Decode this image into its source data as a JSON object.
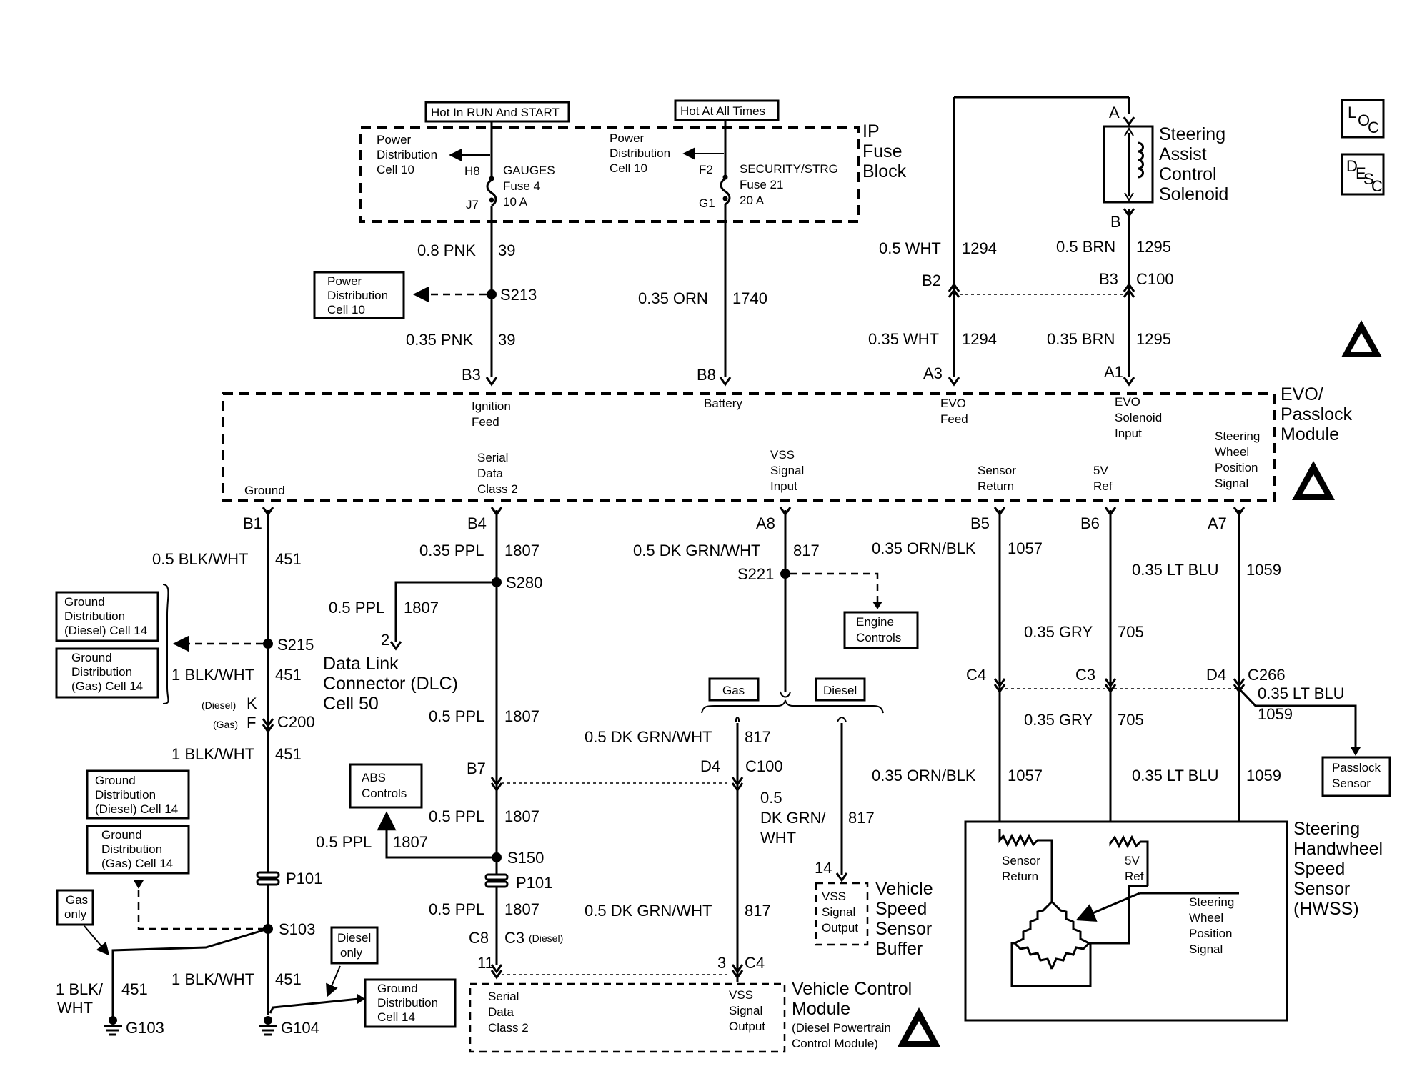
{
  "legend": {
    "loc": "LOC",
    "desc": "DESC"
  },
  "headers": {
    "hot_run_start": "Hot In RUN And START",
    "hot_all_times": "Hot At All Times"
  },
  "ip_fuse_block": {
    "label": [
      "IP",
      "Fuse",
      "Block"
    ],
    "pd_cell": [
      "Power",
      "Distribution",
      "Cell 10"
    ],
    "fuse4": {
      "pin_in": "H8",
      "pin_out": "J7",
      "name": "GAUGES",
      "fuse": "Fuse 4",
      "rating": "10 A"
    },
    "fuse21": {
      "pin_in": "F2",
      "pin_out": "G1",
      "name": "SECURITY/STRG",
      "fuse": "Fuse 21",
      "rating": "20 A"
    }
  },
  "solenoid": {
    "pin_a": "A",
    "pin_b": "B",
    "label": [
      "Steering",
      "Assist",
      "Control",
      "Solenoid"
    ]
  },
  "wires": {
    "pnk_08": "0.8 PNK",
    "c39": "39",
    "pnk_035": "0.35 PNK",
    "orn": "0.35 ORN",
    "c1740": "1740",
    "wht_05": "0.5 WHT",
    "c1294": "1294",
    "brn_05": "0.5 BRN",
    "c1295": "1295",
    "wht_035": "0.35 WHT",
    "brn_035": "0.35 BRN",
    "blkwht_05": "0.5 BLK/WHT",
    "c451": "451",
    "blkwht_1": "1 BLK/WHT",
    "blk_1": "1 BLK/",
    "wht_part": "WHT",
    "ppl_035": "0.35 PPL",
    "c1807": "1807",
    "ppl_05": "0.5 PPL",
    "dkgrn_05": "0.5 DK GRN/WHT",
    "c817": "817",
    "dkgrn_s1": "0.5",
    "dkgrn_s2": "DK GRN/",
    "dkgrn_s3": "WHT",
    "ornblk": "0.35 ORN/BLK",
    "c1057": "1057",
    "gry": "0.35 GRY",
    "c705": "705",
    "ltblu": "0.35 LT BLU",
    "c1059": "1059"
  },
  "splices": {
    "s213": "S213",
    "s280": "S280",
    "s221": "S221",
    "s215": "S215",
    "s150": "S150",
    "s103": "S103"
  },
  "connectors": {
    "b2": "B2",
    "b3": "B3",
    "c100": "C100",
    "a3": "A3",
    "a1": "A1",
    "b3m": "B3",
    "b8": "B8",
    "b1": "B1",
    "b4": "B4",
    "a8": "A8",
    "b5": "B5",
    "b6": "B6",
    "a7": "A7",
    "c4": "C4",
    "c3": "C3",
    "d4": "D4",
    "c266": "C266",
    "b7": "B7",
    "d4m": "D4",
    "c100m": "C100",
    "k": "K",
    "k_note": "(Diesel)",
    "f": "F",
    "f_note": "(Gas)",
    "c200": "C200",
    "p101": "P101",
    "dlc_pin": "2",
    "vss_pin": "14",
    "c8": "C8",
    "c3d": "C3",
    "c3d_note": "(Diesel)",
    "pin11": "11",
    "pin3": "3",
    "c4v": "C4",
    "g103": "G103",
    "g104": "G104"
  },
  "evo": {
    "label": [
      "EVO/",
      "Passlock",
      "Module"
    ],
    "ignition": [
      "Ignition",
      "Feed"
    ],
    "battery": "Battery",
    "evo_feed": [
      "EVO",
      "Feed"
    ],
    "evo_sol": [
      "EVO",
      "Solenoid",
      "Input"
    ],
    "ground": "Ground",
    "serial": [
      "Serial",
      "Data",
      "Class 2"
    ],
    "vss_in": [
      "VSS",
      "Signal",
      "Input"
    ],
    "sensor_ret": [
      "Sensor",
      "Return"
    ],
    "vref": [
      "5V",
      "Ref"
    ],
    "swps": [
      "Steering",
      "Wheel",
      "Position",
      "Signal"
    ]
  },
  "boxes": {
    "pd10": [
      "Power",
      "Distribution",
      "Cell 10"
    ],
    "gd_diesel": [
      "Ground",
      "Distribution",
      "(Diesel) Cell 14"
    ],
    "gd_gas": [
      "Ground",
      "Distribution",
      "(Gas) Cell 14"
    ],
    "engine": [
      "Engine",
      "Controls"
    ],
    "abs": [
      "ABS",
      "Controls"
    ],
    "passlock": [
      "Passlock",
      "Sensor"
    ],
    "gas": "Gas",
    "diesel": "Diesel",
    "gas_only": [
      "Gas",
      "only"
    ],
    "diesel_only": [
      "Diesel",
      "only"
    ],
    "gd14": [
      "Ground",
      "Distribution",
      "Cell 14"
    ]
  },
  "dlc": [
    "Data Link",
    "Connector (DLC)",
    "Cell 50"
  ],
  "vss_buffer": {
    "inner": [
      "VSS",
      "Signal",
      "Output"
    ],
    "label": [
      "Vehicle",
      "Speed",
      "Sensor",
      "Buffer"
    ]
  },
  "hwss": {
    "label": [
      "Steering",
      "Handwheel",
      "Speed",
      "Sensor",
      "(HWSS)"
    ],
    "sensor_ret": [
      "Sensor",
      "Return"
    ],
    "vref": [
      "5V",
      "Ref"
    ],
    "swps": [
      "Steering",
      "Wheel",
      "Position",
      "Signal"
    ]
  },
  "vcm": {
    "label": [
      "Vehicle Control",
      "Module"
    ],
    "sub": [
      "(Diesel Powertrain",
      "Control Module)"
    ],
    "serial": [
      "Serial",
      "Data",
      "Class 2"
    ],
    "vss_out": [
      "VSS",
      "Signal",
      "Output"
    ]
  }
}
